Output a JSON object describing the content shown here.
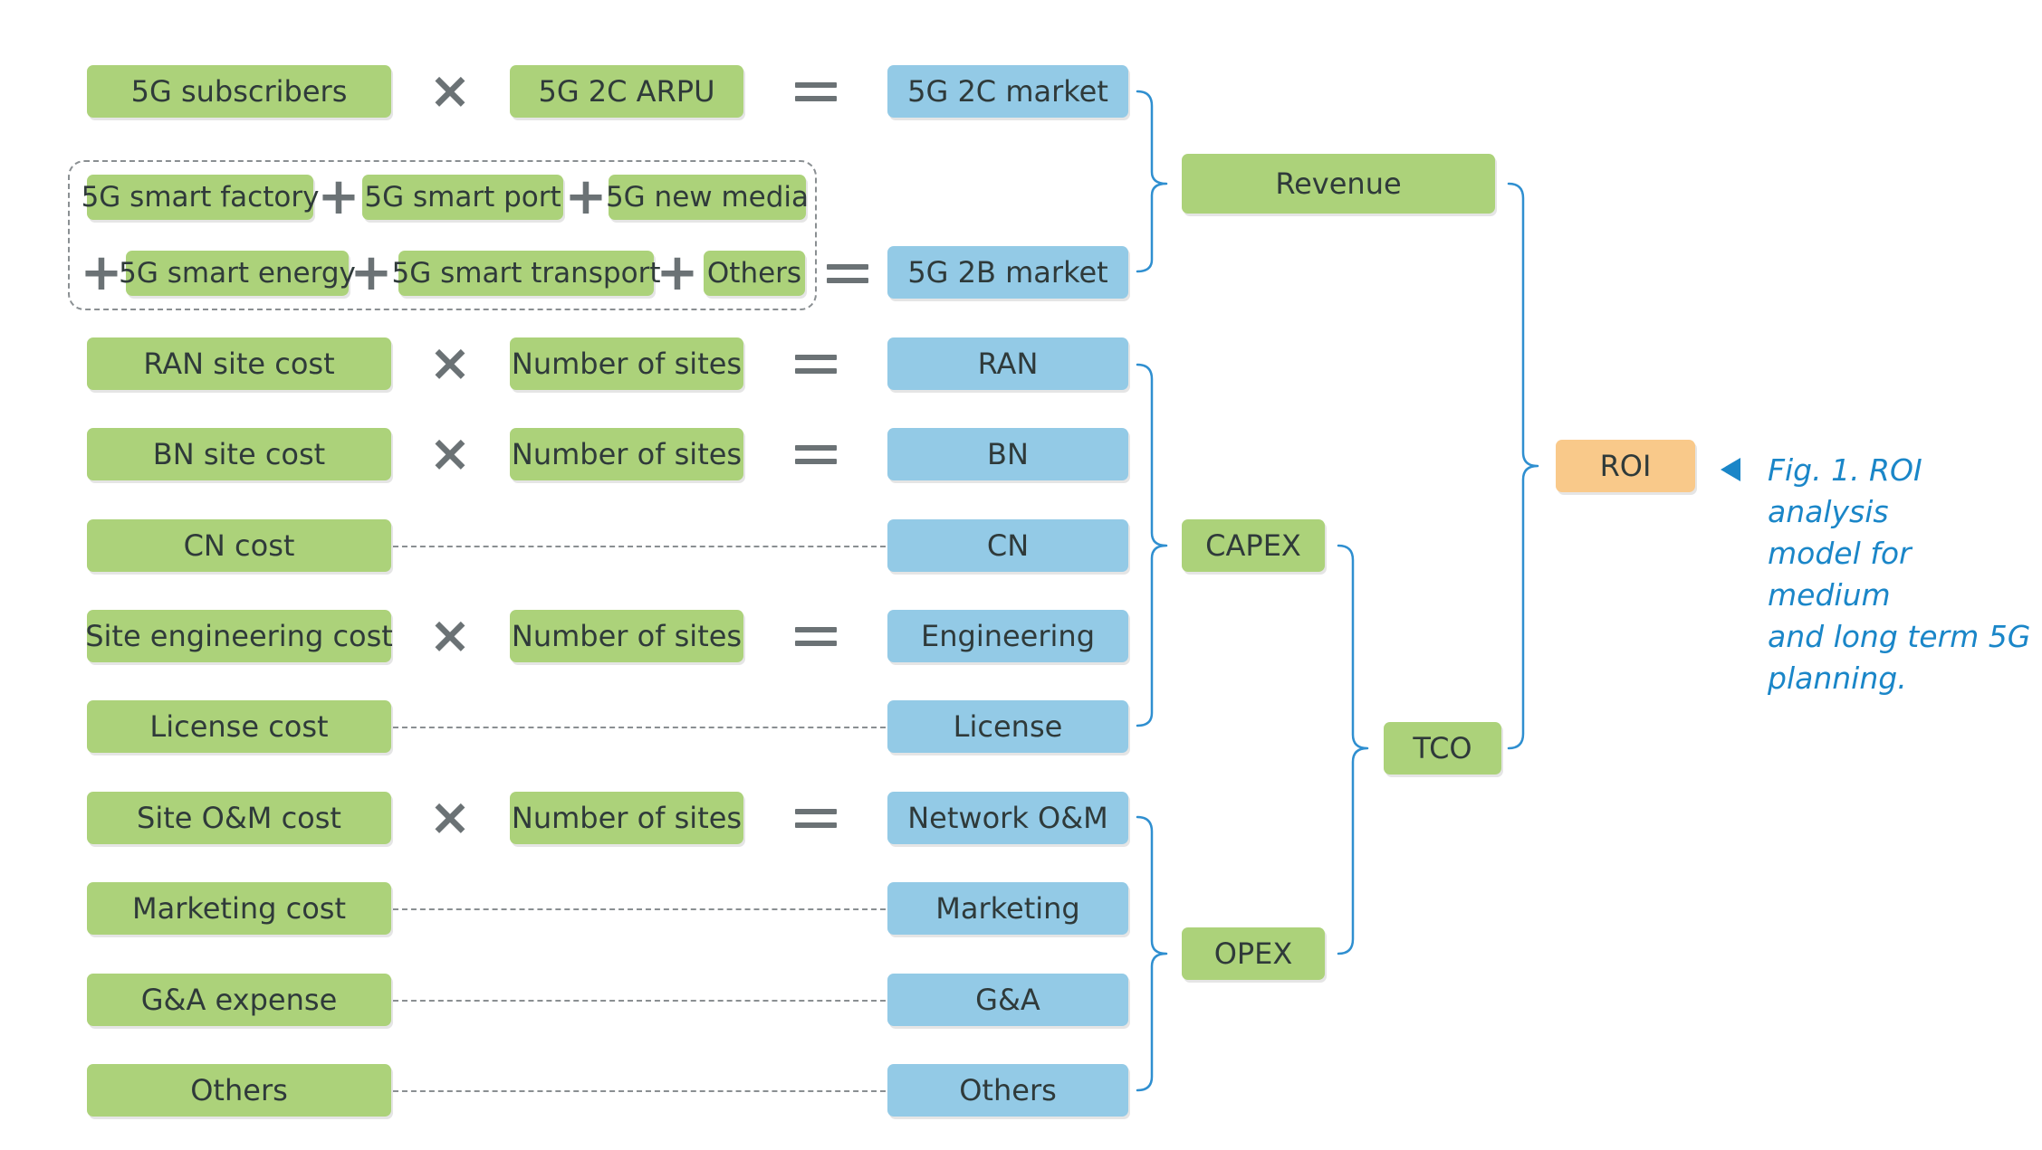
{
  "rows": {
    "subscribers": "5G subscribers",
    "arpu": "5G 2C ARPU",
    "market_2c": "5G 2C market",
    "smart_factory": "5G smart factory",
    "smart_port": "5G smart port",
    "new_media": "5G new media",
    "smart_energy": "5G smart energy",
    "smart_transport": "5G smart transport",
    "others_2b": "Others",
    "market_2b": "5G 2B market",
    "ran_site_cost": "RAN site cost",
    "bn_site_cost": "BN site cost",
    "cn_cost": "CN cost",
    "site_engineering_cost": "Site engineering cost",
    "license_cost": "License cost",
    "site_om_cost": "Site O&M cost",
    "marketing_cost": "Marketing cost",
    "ga_expense": "G&A expense",
    "others_cost": "Others",
    "number_of_sites": "Number of sites",
    "ran": "RAN",
    "bn": "BN",
    "cn": "CN",
    "engineering": "Engineering",
    "license": "License",
    "network_om": "Network O&M",
    "marketing": "Marketing",
    "ga": "G&A",
    "others_out": "Others"
  },
  "aggregates": {
    "revenue": "Revenue",
    "capex": "CAPEX",
    "opex": "OPEX",
    "tco": "TCO",
    "roi": "ROI"
  },
  "operators": {
    "times": "×",
    "plus": "+"
  },
  "caption": {
    "line1": "Fig. 1. ROI analysis",
    "line2": "model for medium",
    "line3": "and long term 5G",
    "line4": "planning."
  },
  "colors": {
    "input_green": "#acd27a",
    "output_blue": "#93cae6",
    "roi_orange": "#f9c98a",
    "bracket_blue": "#2f8fd0",
    "caption_blue": "#1a86c8",
    "operator_gray": "#6b7275"
  }
}
